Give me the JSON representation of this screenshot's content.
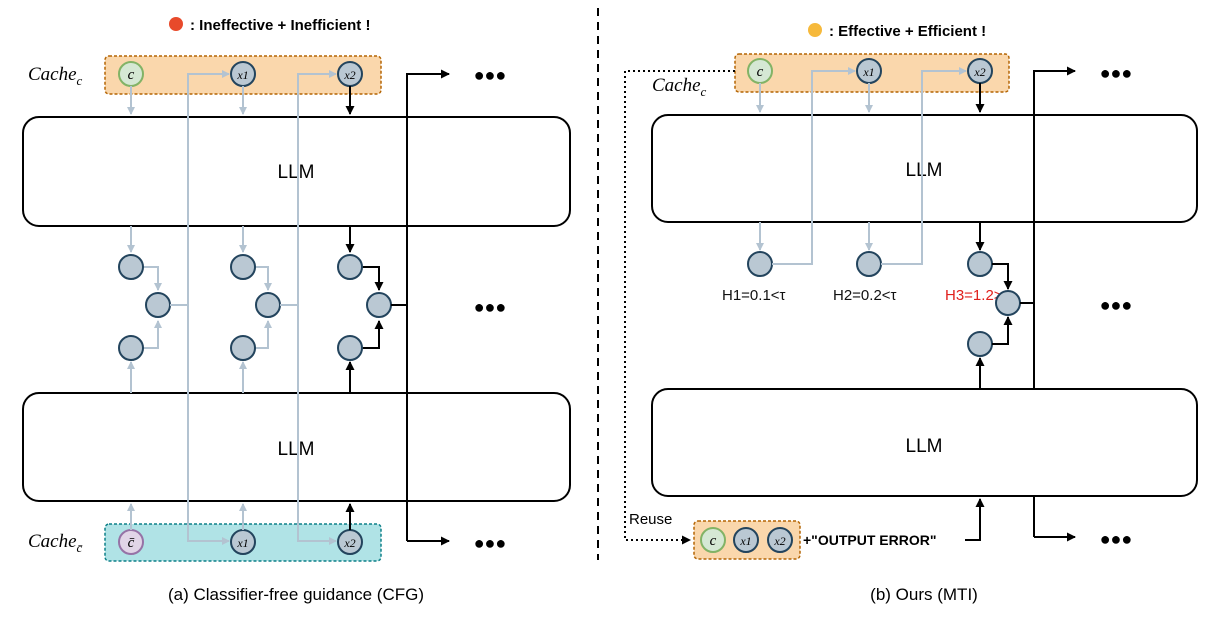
{
  "left": {
    "header": "😡 : Ineffective + Inefficient !",
    "cache_top": {
      "label": "Cache",
      "label_sub": "c",
      "tokens": [
        "c",
        "x1",
        "x2"
      ]
    },
    "cache_bottom": {
      "label": "Cache",
      "label_sub": "c̄",
      "tokens": [
        "c̄",
        "x1",
        "x2"
      ]
    },
    "llm_top": "LLM",
    "llm_bottom": "LLM",
    "ellipsis": "●●●",
    "caption": "(a) Classifier-free guidance (CFG)"
  },
  "right": {
    "header": "😊 :  Effective + Efficient !",
    "cache_top": {
      "label": "Cache",
      "label_sub": "c",
      "tokens": [
        "c",
        "x1",
        "x2"
      ]
    },
    "llm_top": "LLM",
    "llm_bottom": "LLM",
    "entropy": [
      {
        "text": "H1=0.1<τ",
        "color": "#111111"
      },
      {
        "text": "H2=0.2<τ",
        "color": "#111111"
      },
      {
        "text": "H3=1.2>τ",
        "color": "#e0201c"
      }
    ],
    "reuse_label": "Reuse",
    "reuse_tokens": [
      "c",
      "x1",
      "x2"
    ],
    "output_error": "+\"OUTPUT ERROR\"",
    "ellipsis": "●●●",
    "caption": "(b) Ours (MTI)"
  },
  "colors": {
    "orange_fill": "#fad7ac",
    "orange_border": "#b46504",
    "teal_fill": "#b0e3e6",
    "teal_border": "#0e8088",
    "node_fill": "#bac8d3",
    "node_stroke": "#23445d",
    "gray_arrow": "#b3c3d1",
    "black": "#000000",
    "green_circle": "#d5e8d4",
    "green_stroke": "#82b366",
    "purple_circle": "#e1d5e7",
    "purple_stroke": "#9673a6",
    "red": "#e0201c"
  }
}
